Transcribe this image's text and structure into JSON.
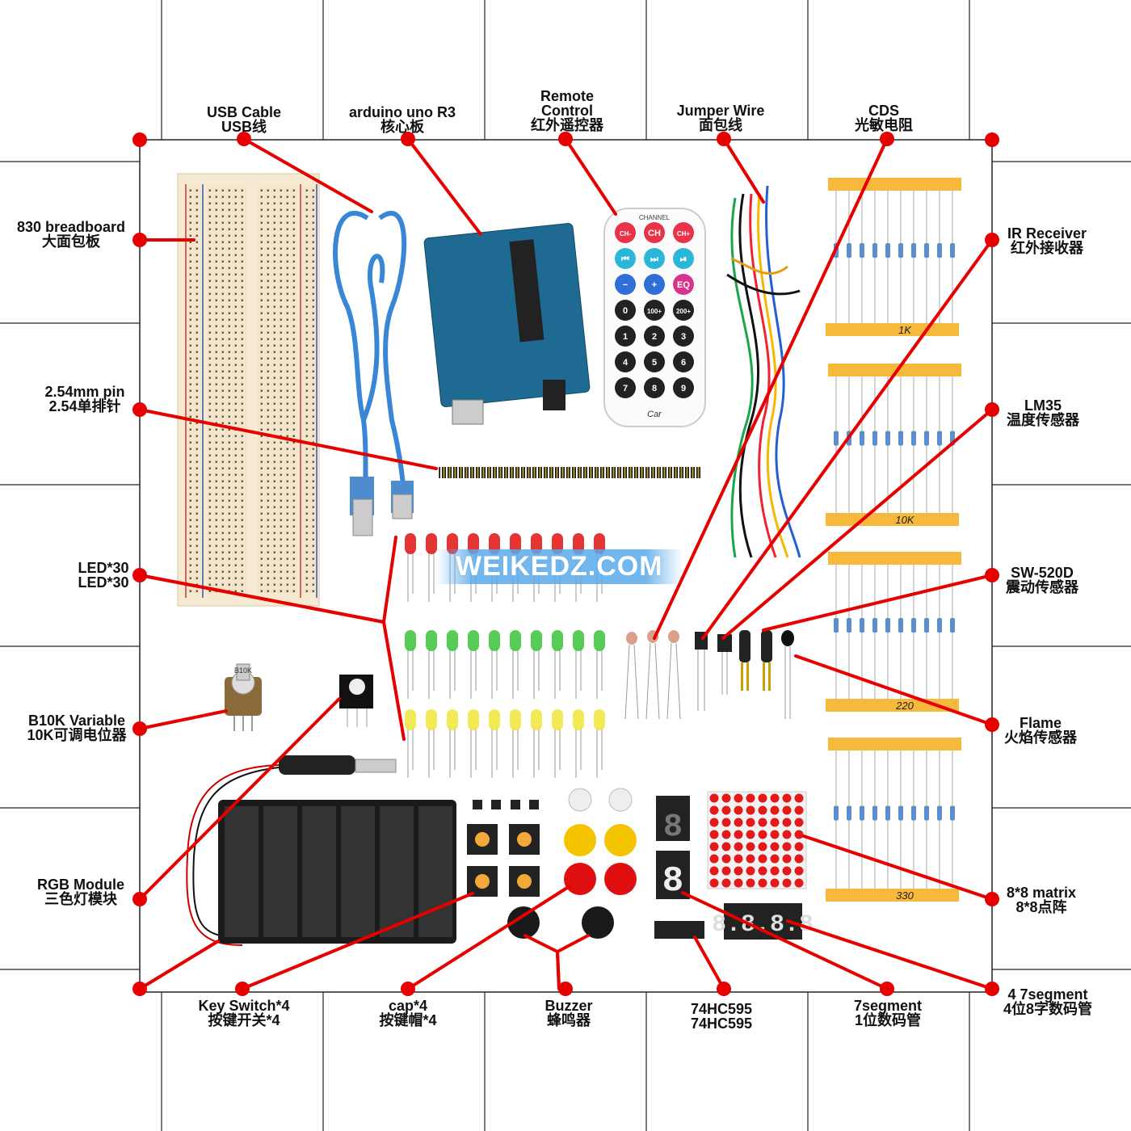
{
  "watermark": "WEIKEDZ.COM",
  "colors": {
    "callout": "#e60000",
    "grid": "#222222"
  },
  "remote": {
    "header": "CHANNEL",
    "keys": [
      "CH-",
      "CH",
      "CH+",
      "⏮",
      "⏭",
      "⏯",
      "−",
      "+",
      "EQ",
      "0",
      "100+",
      "200+",
      "1",
      "2",
      "3",
      "4",
      "5",
      "6",
      "7",
      "8",
      "9"
    ],
    "brand": "Car"
  },
  "resistor_tapes": [
    "1K",
    "10K",
    "220",
    "330"
  ],
  "potentiometer_label": "B10K",
  "labels": [
    {
      "id": "usb-cable",
      "en": "USB Cable",
      "cn": "USB线"
    },
    {
      "id": "arduino",
      "en": "arduino uno R3",
      "cn": "核心板"
    },
    {
      "id": "remote",
      "en": "Remote",
      "en2": "Control",
      "cn": "红外遥控器"
    },
    {
      "id": "jumper",
      "en": "Jumper Wire",
      "cn": "面包线"
    },
    {
      "id": "cds",
      "en": "CDS",
      "cn": "光敏电阻"
    },
    {
      "id": "breadboard",
      "en": "830 breadboard",
      "cn": "大面包板"
    },
    {
      "id": "pin",
      "en": "2.54mm pin",
      "cn": "2.54单排针"
    },
    {
      "id": "led",
      "en": "LED*30",
      "cn": "LED*30"
    },
    {
      "id": "pot",
      "en": "B10K Variable",
      "cn": "10K可调电位器"
    },
    {
      "id": "rgb",
      "en": "RGB Module",
      "cn": "三色灯模块"
    },
    {
      "id": "ir",
      "en": "IR Receiver",
      "cn": "红外接收器"
    },
    {
      "id": "lm35",
      "en": "LM35",
      "cn": "温度传感器"
    },
    {
      "id": "sw520d",
      "en": "SW-520D",
      "cn": "震动传感器"
    },
    {
      "id": "flame",
      "en": "Flame",
      "cn": "火焰传感器"
    },
    {
      "id": "matrix",
      "en": "8*8 matrix",
      "cn": "8*8点阵"
    },
    {
      "id": "seg4",
      "en": "4 7segment",
      "cn": "4位8字数码管"
    },
    {
      "id": "keyswitch",
      "en": "Key Switch*4",
      "cn": "按键开关*4"
    },
    {
      "id": "cap",
      "en": "cap*4",
      "cn": "按键帽*4"
    },
    {
      "id": "buzzer",
      "en": "Buzzer",
      "cn": "蜂鸣器"
    },
    {
      "id": "hc595",
      "en": "74HC595",
      "cn": "74HC595"
    },
    {
      "id": "seg1",
      "en": "7segment",
      "cn": "1位数码管"
    }
  ]
}
